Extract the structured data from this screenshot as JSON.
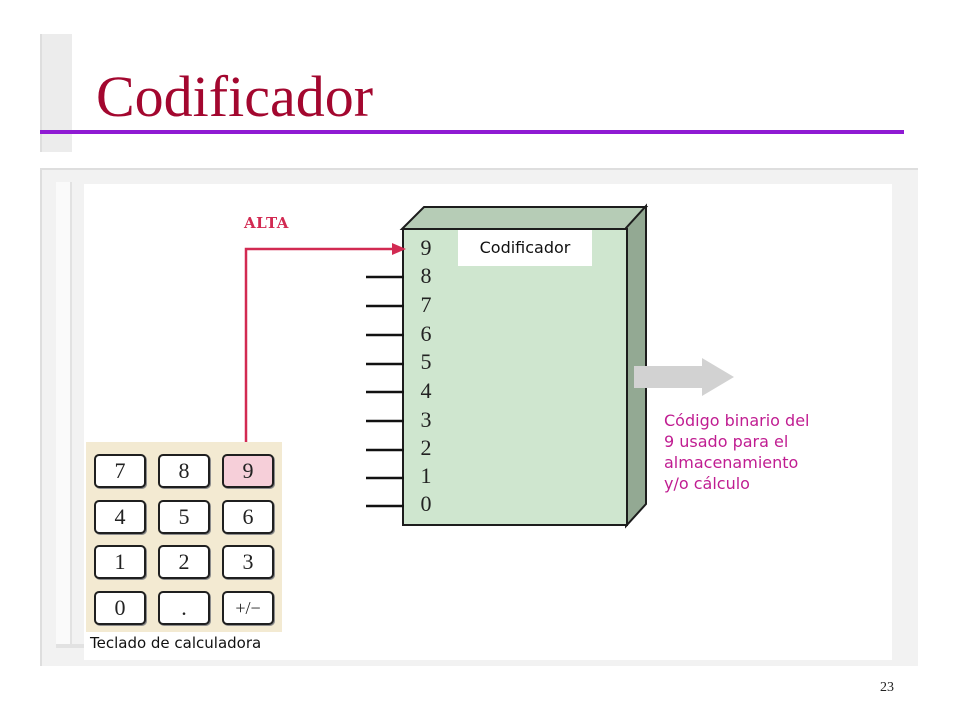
{
  "slide": {
    "title": "Codificador",
    "page_number": "23"
  },
  "diagram": {
    "encoder_label": "Codificador",
    "inputs": [
      "9",
      "8",
      "7",
      "6",
      "5",
      "4",
      "3",
      "2",
      "1",
      "0"
    ],
    "active_input_label": "ALTA",
    "output_description": [
      "Código binario del",
      "9 usado para el",
      "almacenamiento",
      "y/o cálculo"
    ],
    "keypad": {
      "keys": [
        "7",
        "8",
        "9",
        "4",
        "5",
        "6",
        "1",
        "2",
        "3",
        "0",
        ".",
        "+/−"
      ],
      "active_key": "9",
      "caption": "Teclado de calculadora"
    },
    "colors": {
      "title": "#a3072f",
      "title_rule": "#8f1ad3",
      "encoder_fill": "#cfe6cf",
      "high_signal": "#d22a52",
      "output_text": "#c01d91",
      "active_key": "#f6cfd9",
      "keypad_bg": "#f3ead2"
    }
  }
}
